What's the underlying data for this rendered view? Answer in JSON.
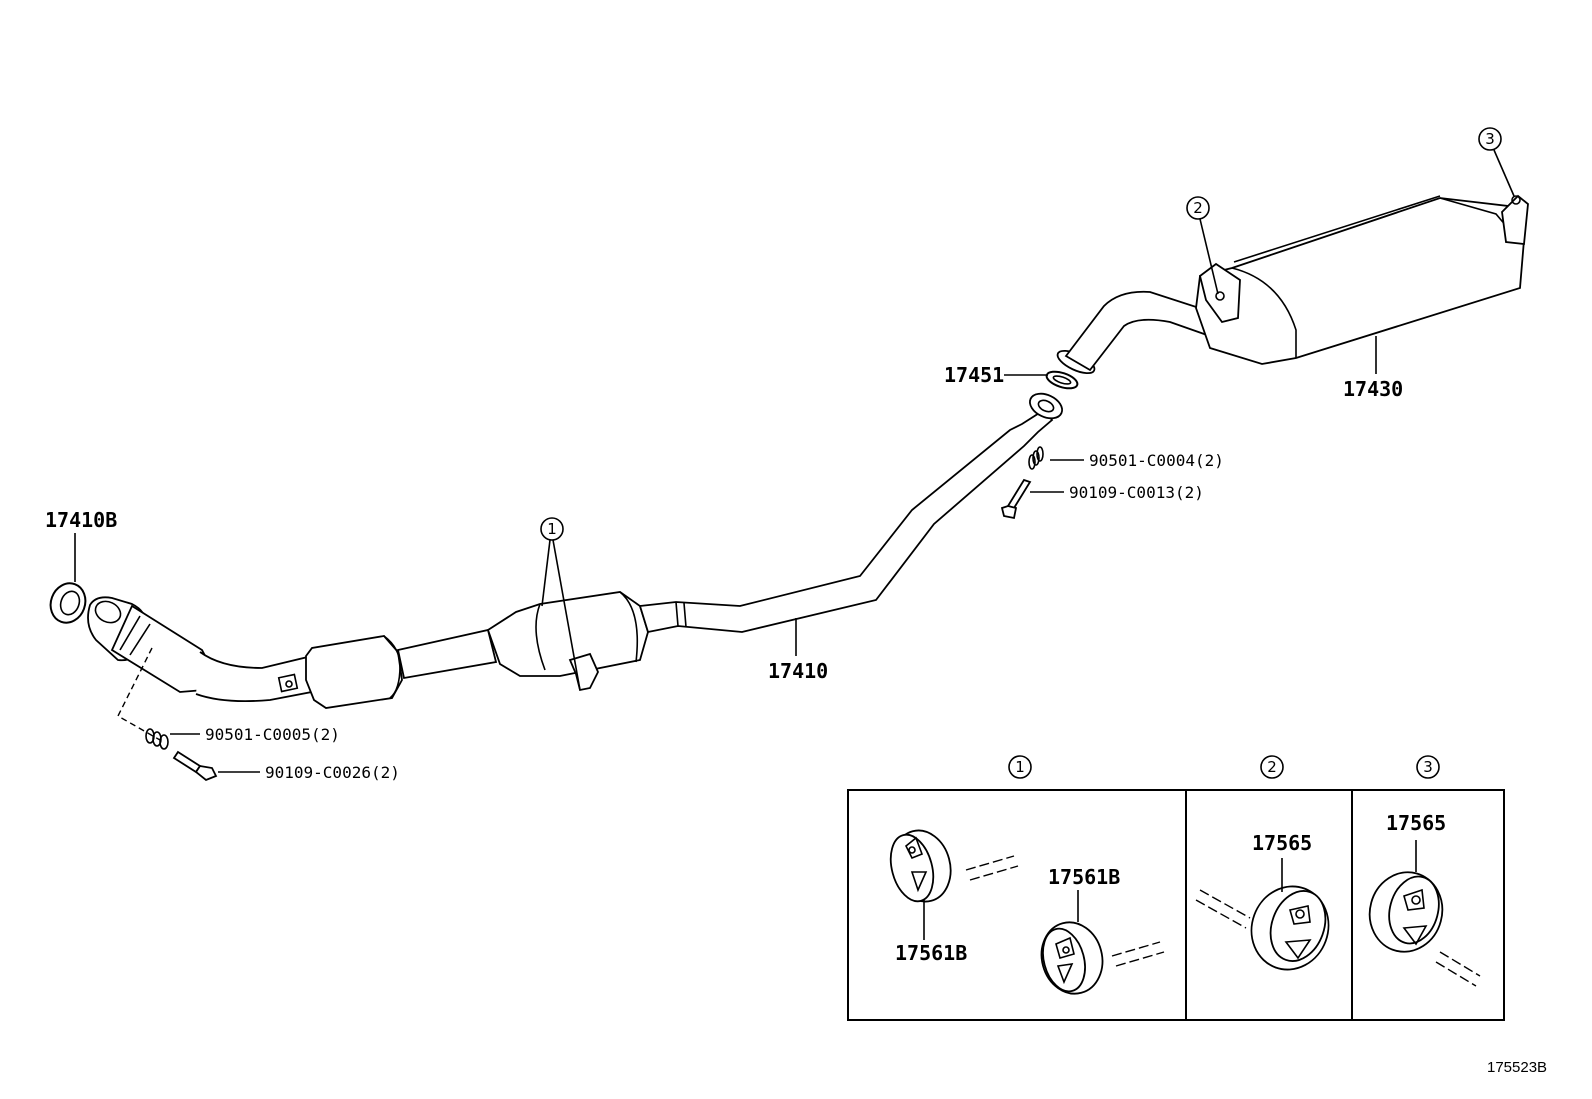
{
  "figure_id": "175523B",
  "parts": {
    "gasket_front": "17410B",
    "front_pipe": "17410",
    "gasket_mid": "17451",
    "tail_pipe": "17430",
    "spring_front": "90501-C0005(2)",
    "bolt_front": "90109-C0026(2)",
    "spring_mid": "90501-C0004(2)",
    "bolt_mid": "90109-C0013(2)"
  },
  "callouts": {
    "c1": "1",
    "c2": "2",
    "c3": "3"
  },
  "detail": {
    "col1_header": "1",
    "col2_header": "2",
    "col3_header": "3",
    "col1_part_a": "17561B",
    "col1_part_b": "17561B",
    "col2_part": "17565",
    "col3_part": "17565"
  }
}
